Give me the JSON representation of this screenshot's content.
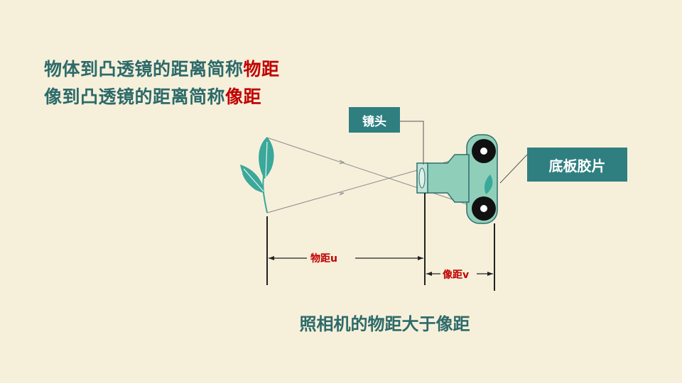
{
  "definitions": {
    "line1_prefix": "物体到凸透镜的距离简称",
    "line1_term": "物距",
    "line2_prefix": "像到凸透镜的距离简称",
    "line2_term": "像距"
  },
  "labels": {
    "lens": "镜头",
    "film": "底板胶片",
    "object_distance": "物距u",
    "image_distance": "像距v"
  },
  "conclusion": "照相机的物距大于像距",
  "colors": {
    "background": "#f6f0db",
    "teal_text": "#2d6a6a",
    "highlight_red": "#c00000",
    "label_box": "#2f7f80",
    "camera_body": "#8fcfb9",
    "leaf": "#3aa89a"
  }
}
